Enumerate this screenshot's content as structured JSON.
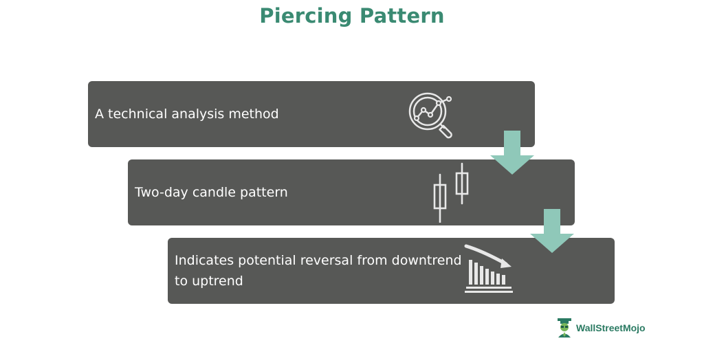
{
  "title": "Piercing Pattern",
  "steps": [
    {
      "text": "A technical analysis method",
      "icon": "magnifier-chart-icon"
    },
    {
      "text": "Two-day candle pattern",
      "icon": "candlestick-icon"
    },
    {
      "text": "Indicates potential reversal from downtrend to uptrend",
      "icon": "declining-bar-chart-icon"
    }
  ],
  "brand": {
    "name": "WallStreetMojo"
  },
  "colors": {
    "title": "#3a8a72",
    "box": "#575856",
    "arrow": "#8fc8b9",
    "icon": "#e8e8e8",
    "brand": "#2a7a62"
  }
}
